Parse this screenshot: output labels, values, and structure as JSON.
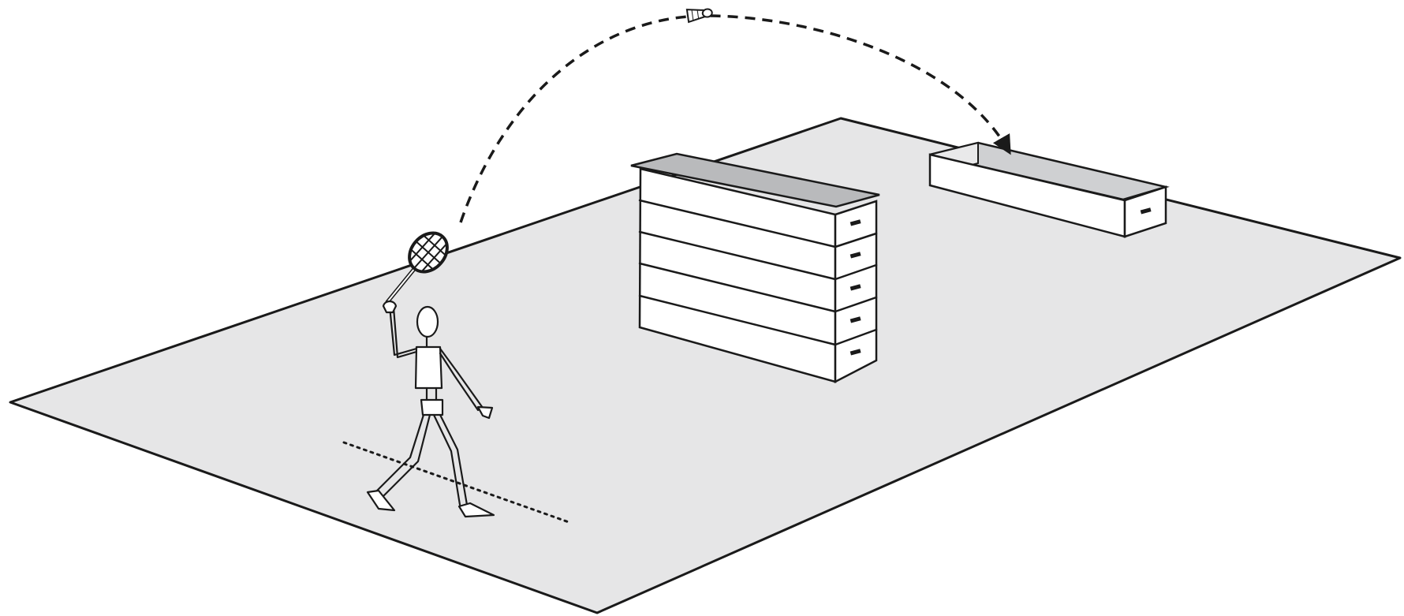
{
  "colors": {
    "background": "#ffffff",
    "floor": "#e6e6e7",
    "ink": "#1a1a1a",
    "box_top": "#b9babc",
    "box_side": "#ffffff",
    "inner_wall": "#cfd0d2"
  },
  "icons": {
    "shuttlecock": "shuttlecock-icon",
    "racket": "badminton-racket-icon",
    "player": "stick-figure-player"
  },
  "scene": {
    "stacked_box_segments": 5,
    "target_box_segments": 1,
    "trajectory_style": "dashed",
    "start_line_style": "dotted"
  }
}
